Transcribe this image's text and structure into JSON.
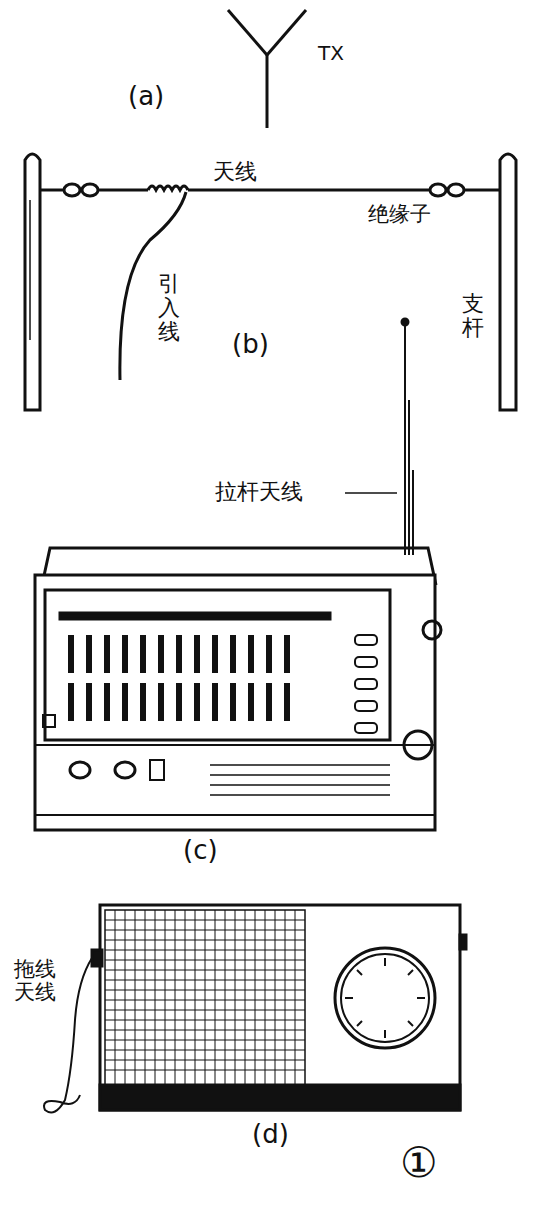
{
  "diagram": {
    "labels": [
      "(a)",
      "TX",
      "天线",
      "绝缘子",
      "引入线",
      "支杆",
      "(b)",
      "拉杆天线",
      "(c)",
      "拖线天线",
      "(d)",
      "①"
    ]
  }
}
